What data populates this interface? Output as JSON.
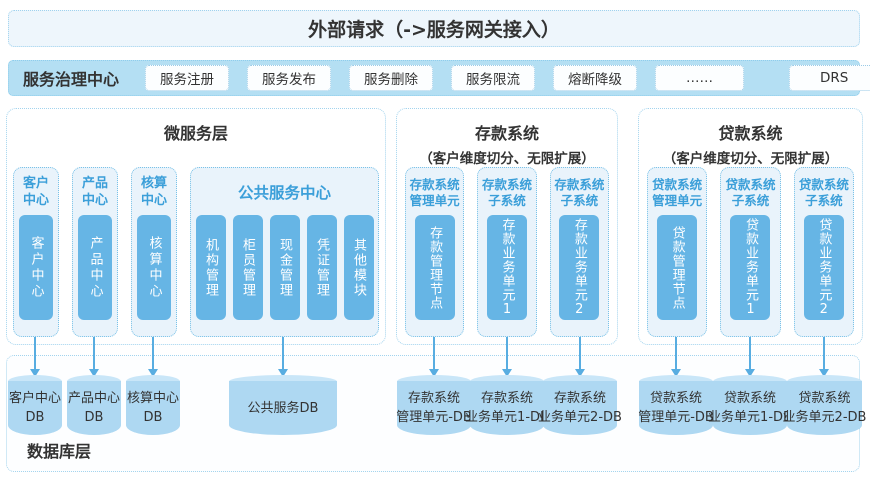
{
  "banner": {
    "title": "外部请求（->服务网关接入）"
  },
  "governance": {
    "label": "服务治理中心",
    "buttons": [
      "服务注册",
      "服务发布",
      "服务删除",
      "服务限流",
      "熔断降级",
      "……",
      "DRS"
    ]
  },
  "panels": {
    "micro": {
      "title": "微服务层",
      "columns": [
        {
          "header": "客户\n中心",
          "bar": "客户中心"
        },
        {
          "header": "产品\n中心",
          "bar": "产品中心"
        },
        {
          "header": "核算\n中心",
          "bar": "核算中心"
        }
      ],
      "public": {
        "header": "公共服务中心",
        "bars": [
          "机构管理",
          "柜员管理",
          "现金管理",
          "凭证管理",
          "其他模块"
        ]
      }
    },
    "deposit": {
      "title": "存款系统",
      "subtitle": "（客户维度切分、无限扩展）",
      "columns": [
        {
          "header": "存款系统\n管理单元",
          "bar": "存款管理节点"
        },
        {
          "header": "存款系统\n子系统",
          "bar": "存款业务单元1"
        },
        {
          "header": "存款系统\n子系统",
          "bar": "存款业务单元2"
        }
      ]
    },
    "loan": {
      "title": "贷款系统",
      "subtitle": "（客户维度切分、无限扩展）",
      "columns": [
        {
          "header": "贷款系统\n管理单元",
          "bar": "贷款管理节点"
        },
        {
          "header": "贷款系统\n子系统",
          "bar": "贷款业务单元1"
        },
        {
          "header": "贷款系统\n子系统",
          "bar": "贷款业务单元2"
        }
      ]
    }
  },
  "database": {
    "label": "数据库层",
    "cylinders": [
      "客户中心\nDB",
      "产品中心\nDB",
      "核算中心\nDB",
      "公共服务DB",
      "存款系统\n管理单元-DB",
      "存款系统\n业务单元1-DB",
      "存款系统\n业务单元2-DB",
      "贷款系统\n管理单元-DB",
      "贷款系统\n业务单元1-DB",
      "贷款系统\n业务单元2-DB"
    ]
  },
  "colors": {
    "accent_blue": "#66b5e5",
    "light_blue_bar": "#b4dff3",
    "panel_border": "#a3d4ee",
    "subcol_border": "#79c2e8",
    "header_text_blue": "#3b9fd9",
    "cylinder_body": "#aed8f2",
    "arrow": "#58ade1",
    "text_dark": "#333333"
  }
}
